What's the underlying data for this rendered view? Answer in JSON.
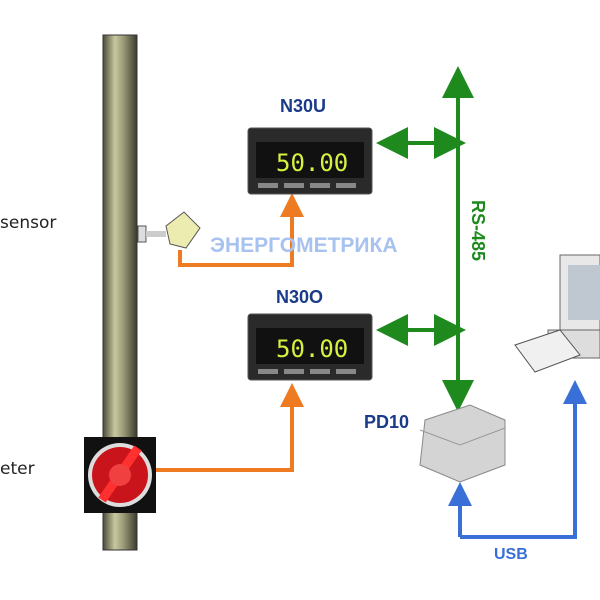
{
  "labels": {
    "sensor": "sensor",
    "meter": "eter",
    "n30u": "N30U",
    "n30o": "N30O",
    "pd10": "PD10",
    "rs485": "RS-485",
    "usb": "USB",
    "watermark": "ЭНЕРГОМЕТРИКА"
  },
  "displays": {
    "n30u": "50.00",
    "n30o": "50.00"
  },
  "colors": {
    "rs485": "#1e8a1e",
    "usb": "#3a6fd8",
    "signal": "#ee7a22",
    "label": "#1a3a8a"
  }
}
